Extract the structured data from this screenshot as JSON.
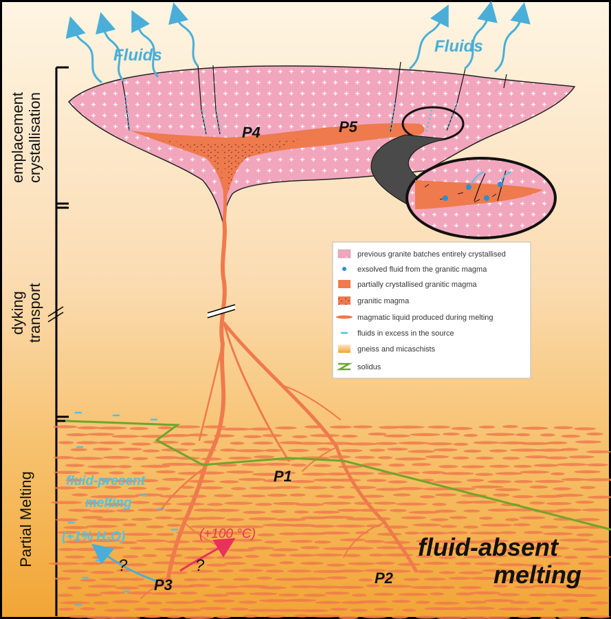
{
  "side_labels": {
    "emplacement": "emplacement",
    "crystallisation": "crystallisation",
    "dyking": "dyking",
    "transport": "transport",
    "partial_melting": "Partial Melting"
  },
  "labels": {
    "fluids_left": "Fluids",
    "fluids_right": "Fluids",
    "p1": "P1",
    "p2": "P2",
    "p3": "P3",
    "p4": "P4",
    "p5": "P5",
    "fluid_present_1": "fluid-present",
    "fluid_present_2": "melting",
    "water": "(+1% H₂O)",
    "temp": "(+100 °C)",
    "q1": "?",
    "q2": "?",
    "fluid_absent_1": "fluid-absent",
    "fluid_absent_2": "melting"
  },
  "legend": [
    {
      "text": "previous granite batches entirely crystallised",
      "icon": "pink-plus-swatch"
    },
    {
      "text": "exsolved fluid from the granitic magma",
      "icon": "blue-dot"
    },
    {
      "text": "partially crystallised granitic magma",
      "icon": "orange-swatch"
    },
    {
      "text": "granitic magma",
      "icon": "orange-dotted-swatch"
    },
    {
      "text": "magmatic liquid produced during melting",
      "icon": "orange-lens"
    },
    {
      "text": "fluids in excess in the source",
      "icon": "cyan-dash"
    },
    {
      "text": "gneiss and micaschists",
      "icon": "gradient-swatch"
    },
    {
      "text": "solidus",
      "icon": "green-zigzag"
    }
  ],
  "colors": {
    "pink": "#f1a6bd",
    "orange": "#ee7a4d",
    "cyan": "#4fc3e6",
    "green": "#6fa52a",
    "red": "#e8325a",
    "bg_top": "#fdf1dc",
    "bg_bottom": "#f3ab3c"
  }
}
